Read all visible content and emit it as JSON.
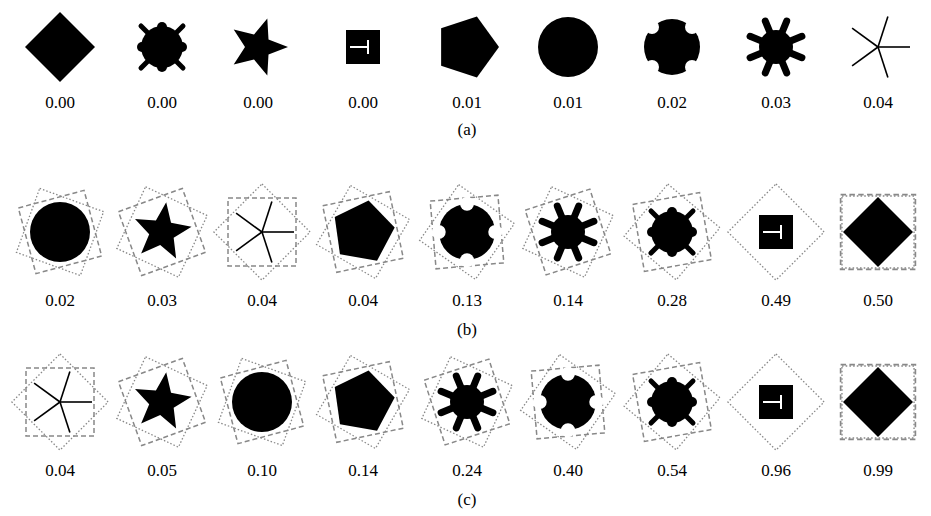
{
  "diagram": {
    "labels": [
      "0.00",
      "0.00",
      "0.00",
      "0.00",
      "0.01",
      "0.01",
      "0.02",
      "0.03",
      "0.04",
      "(a)",
      "0.02",
      "0.03",
      "0.04",
      "0.04",
      "0.13",
      "0.14",
      "0.28",
      "0.49",
      "0.50",
      "(b)",
      "0.04",
      "0.05",
      "0.10",
      "0.14",
      "0.24",
      "0.40",
      "0.54",
      "0.96",
      "0.99",
      "(c)"
    ]
  }
}
